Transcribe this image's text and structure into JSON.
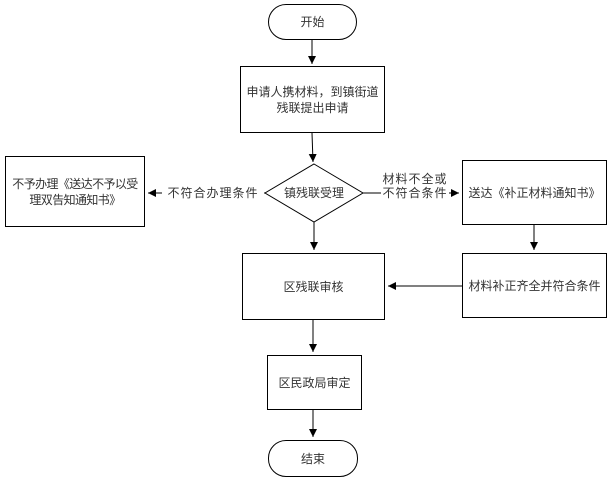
{
  "colors": {
    "background": "#ffffff",
    "line": "#000000",
    "node_border": "#000000",
    "text": "#333333",
    "label_background": "#ffffff"
  },
  "flowchart": {
    "nodes": {
      "start": {
        "label": "开始",
        "shape": "terminator"
      },
      "apply": {
        "label": "申请人携材料，到镇街道残联提出申请",
        "shape": "process"
      },
      "town_acceptance": {
        "label": "镇残联受理",
        "shape": "decision"
      },
      "reject_notice": {
        "label": "不予办理《送达不予以受理双告知通知书》",
        "shape": "process"
      },
      "supplement_notice": {
        "label": "送达《补正材料通知书》",
        "shape": "process"
      },
      "supplement_complete": {
        "label": "材料补正齐全并符合条件",
        "shape": "process"
      },
      "district_review": {
        "label": "区残联审核",
        "shape": "process"
      },
      "civil_affairs_approval": {
        "label": "区民政局审定",
        "shape": "process"
      },
      "end": {
        "label": "结束",
        "shape": "terminator"
      }
    },
    "edge_labels": {
      "not_qualified": "不符合办理条件",
      "materials_incomplete": "材料不全或不符合条件"
    }
  }
}
